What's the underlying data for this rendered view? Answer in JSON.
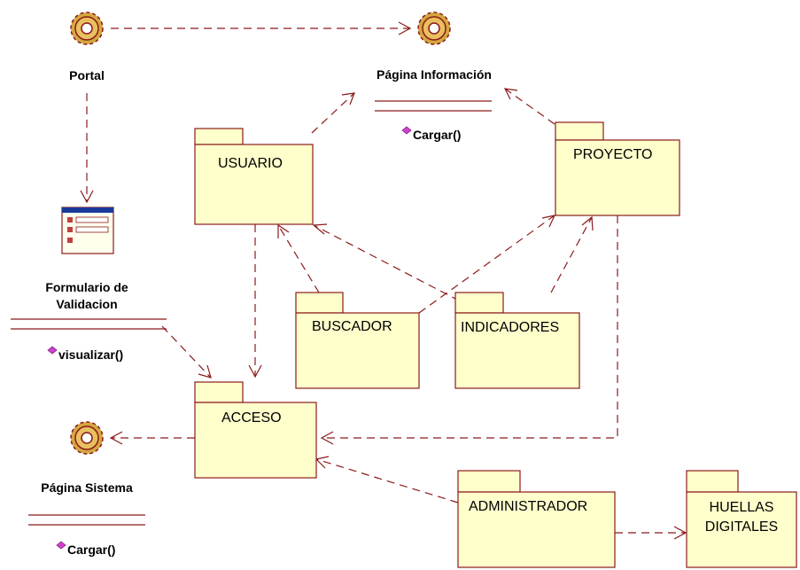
{
  "classes": {
    "portal": {
      "name": "Portal",
      "icon": "gear-icon"
    },
    "pagina_informacion": {
      "name": "Página Información",
      "icon": "gear-icon",
      "operation": "Cargar()"
    },
    "formulario": {
      "name_line1": "Formulario de",
      "name_line2": "Validacion",
      "icon": "form-icon",
      "operation": "visualizar()"
    },
    "pagina_sistema": {
      "name": "Página Sistema",
      "icon": "gear-icon",
      "operation": "Cargar()"
    }
  },
  "packages": {
    "usuario": "USUARIO",
    "proyecto": "PROYECTO",
    "buscador": "BUSCADOR",
    "indicadores": "INDICADORES",
    "acceso": "ACCESO",
    "administrador": "ADMINISTRADOR",
    "huellas_line1": "HUELLAS",
    "huellas_line2": "DIGITALES"
  },
  "colors": {
    "package_fill": "#ffffcc",
    "line": "#8b1a1a",
    "gear_fill": "#c8a040",
    "gear_stroke": "#8b1a1a",
    "operation_icon": "#d040d0"
  }
}
